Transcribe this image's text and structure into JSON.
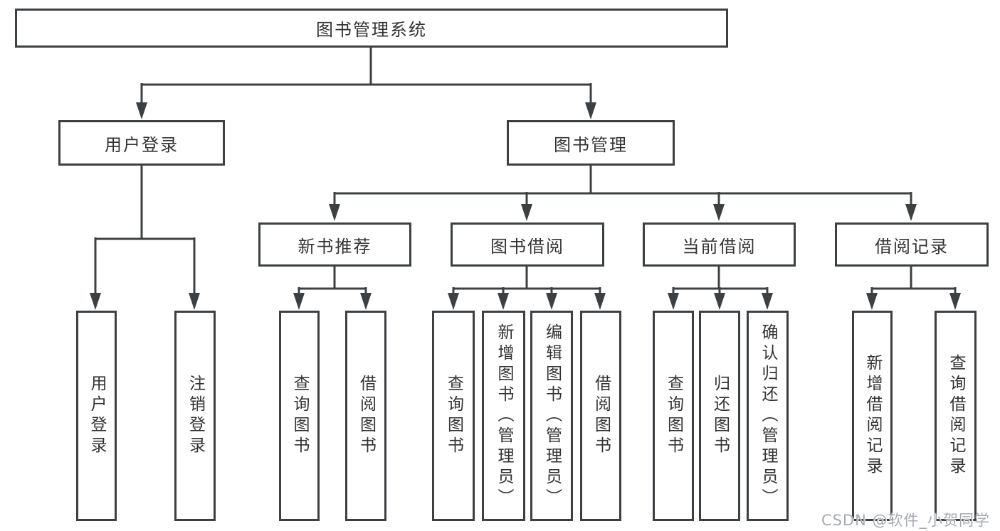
{
  "diagram": {
    "watermark": "CSDN @软件_小贺同学",
    "colors": {
      "line": "#3c4043",
      "text": "#333333",
      "watermark": "#a6aab1",
      "background": "#ffffff"
    },
    "nodes": {
      "root": {
        "label": "图书管理系统"
      },
      "userLogin": {
        "label": "用户登录"
      },
      "bookManagement": {
        "label": "图书管理"
      },
      "newBookRecommend": {
        "label": "新书推荐"
      },
      "bookBorrow": {
        "label": "图书借阅"
      },
      "currentBorrow": {
        "label": "当前借阅"
      },
      "borrowRecords": {
        "label": "借阅记录"
      },
      "userLoginLeaf": {
        "label": "用户登录"
      },
      "logoutLeaf": {
        "label": "注销登录"
      },
      "queryBooksRec": {
        "label": "查询图书"
      },
      "borrowBooksRec": {
        "label": "借阅图书"
      },
      "queryBooksBor": {
        "label": "查询图书"
      },
      "addBooks": {
        "label": "新增图书（管理员）"
      },
      "editBooks": {
        "label": "编辑图书（管理员）"
      },
      "borrowBooksBor": {
        "label": "借阅图书"
      },
      "queryBooksCur": {
        "label": "查询图书"
      },
      "returnBooks": {
        "label": "归还图书"
      },
      "confirmReturn": {
        "label": "确认归还（管理员）"
      },
      "addBorrowRecord": {
        "label": "新增借阅记录"
      },
      "queryBorrowRecord": {
        "label": "查询借阅记录"
      }
    }
  }
}
